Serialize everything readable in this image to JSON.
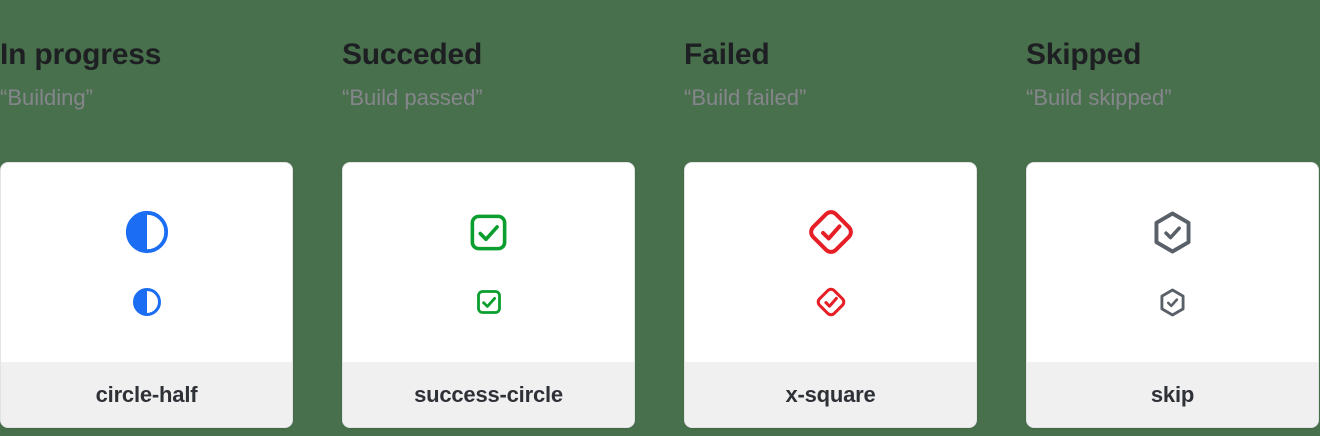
{
  "page": {
    "background_color": "#49704C",
    "card_background": "#ffffff",
    "card_footer_background": "#f0f0f1",
    "title_color": "#1d1f22",
    "quote_color": "#85868b",
    "label_color": "#2e3136"
  },
  "columns": [
    {
      "title": "In progress",
      "quote": "“Building”",
      "icon": "circle-half-icon",
      "icon_color": "#1B6EF3",
      "label": "circle-half"
    },
    {
      "title": "Succeded",
      "quote": "“Build passed”",
      "icon": "check-square-icon",
      "icon_color": "#0A9E2E",
      "label": "success-circle"
    },
    {
      "title": "Failed",
      "quote": "“Build failed”",
      "icon": "check-diamond-icon",
      "icon_color": "#E61E26",
      "label": "x-square"
    },
    {
      "title": "Skipped",
      "quote": "“Build skipped”",
      "icon": "check-hexagon-icon",
      "icon_color": "#5A6068",
      "label": "skip"
    }
  ]
}
